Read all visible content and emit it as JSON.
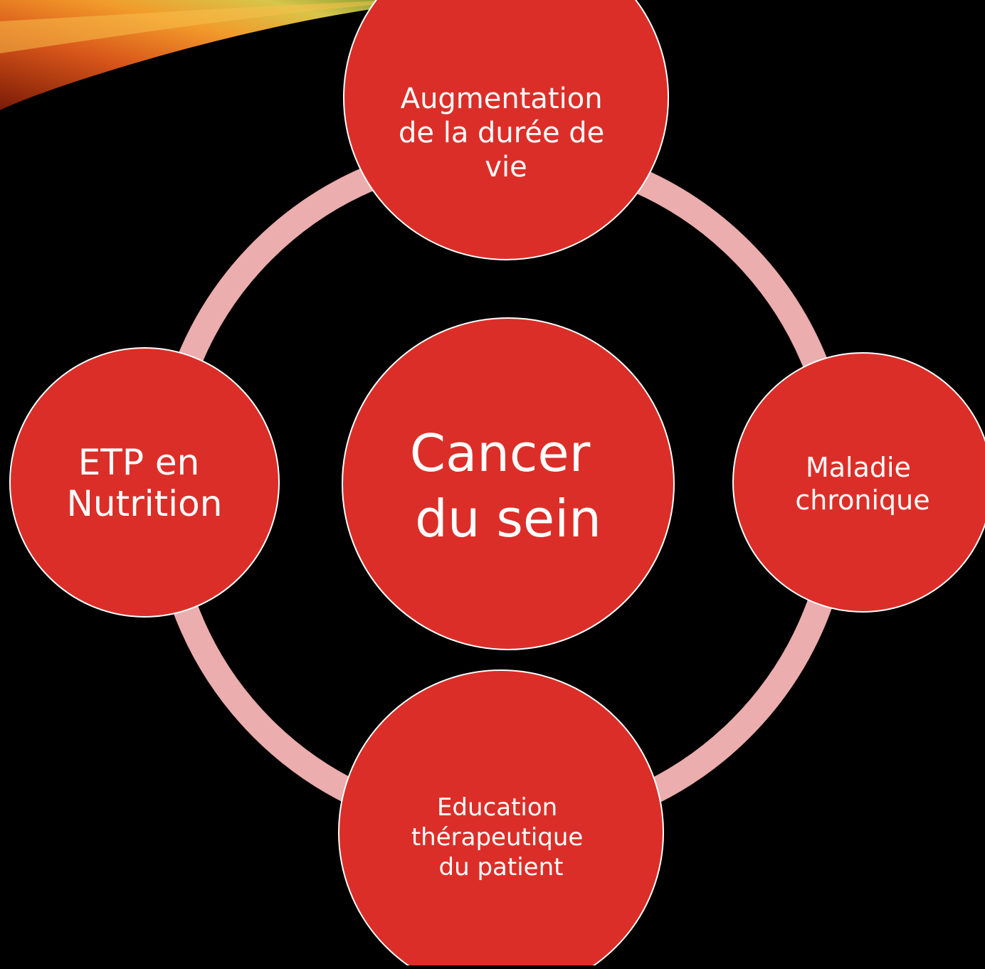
{
  "diagram": {
    "center": {
      "label_lines": [
        "Cancer",
        "du sein"
      ]
    },
    "nodes": [
      {
        "id": "top",
        "label_lines": [
          "Augmentation",
          "de la durée de",
          "vie"
        ]
      },
      {
        "id": "right",
        "label_lines": [
          "Maladie",
          "chronique"
        ]
      },
      {
        "id": "bottom",
        "label_lines": [
          "Education",
          "thérapeutique",
          "du patient"
        ]
      },
      {
        "id": "left",
        "label_lines": [
          "ETP en",
          "Nutrition"
        ]
      }
    ]
  },
  "colors": {
    "background": "#000000",
    "node_fill": "#dc2e28",
    "node_stroke": "#ffffff",
    "ring": "#ebadad",
    "text": "#ffffff",
    "swoosh": [
      "#7a1a06",
      "#d8561a",
      "#f29a2a",
      "#d7c64a",
      "#6b8d2a"
    ]
  }
}
